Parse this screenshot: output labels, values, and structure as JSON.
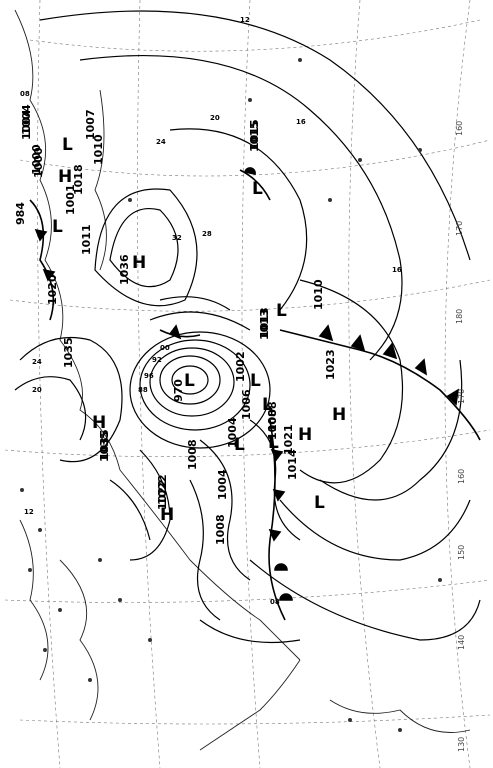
{
  "map": {
    "highs": [
      {
        "label": "H",
        "value": "1036"
      },
      {
        "label": "H",
        "value": "1035"
      },
      {
        "label": "H",
        "value": "1022"
      },
      {
        "label": "H",
        "value": "1021"
      },
      {
        "label": "H",
        "value": ""
      },
      {
        "label": "H",
        "value": "1018"
      }
    ],
    "lows": [
      {
        "label": "L",
        "value": "970"
      },
      {
        "label": "L",
        "value": "1002"
      },
      {
        "label": "L",
        "value": "1004"
      },
      {
        "label": "L",
        "value": "1006"
      },
      {
        "label": "L",
        "value": "1013"
      },
      {
        "label": "L",
        "value": "1014"
      },
      {
        "label": "L",
        "value": "1008"
      },
      {
        "label": "L",
        "value": "1015"
      },
      {
        "label": "L",
        "value": "1000"
      },
      {
        "label": "L",
        "value": "1004"
      }
    ],
    "pressure_labels": [
      "984",
      "1004",
      "1000",
      "1007",
      "1010",
      "1001",
      "1011",
      "1020",
      "1035",
      "1035",
      "1008",
      "1004",
      "1008",
      "1022",
      "1008",
      "1023",
      "1010",
      "1013",
      "1015"
    ],
    "isobar_labels": [
      "12",
      "16",
      "20",
      "24",
      "28",
      "32",
      "08",
      "20",
      "24",
      "16",
      "12",
      "08",
      "96",
      "92",
      "88",
      "00"
    ],
    "longitude_labels": [
      "130",
      "140",
      "150",
      "160",
      "170",
      "180",
      "170",
      "160"
    ]
  }
}
